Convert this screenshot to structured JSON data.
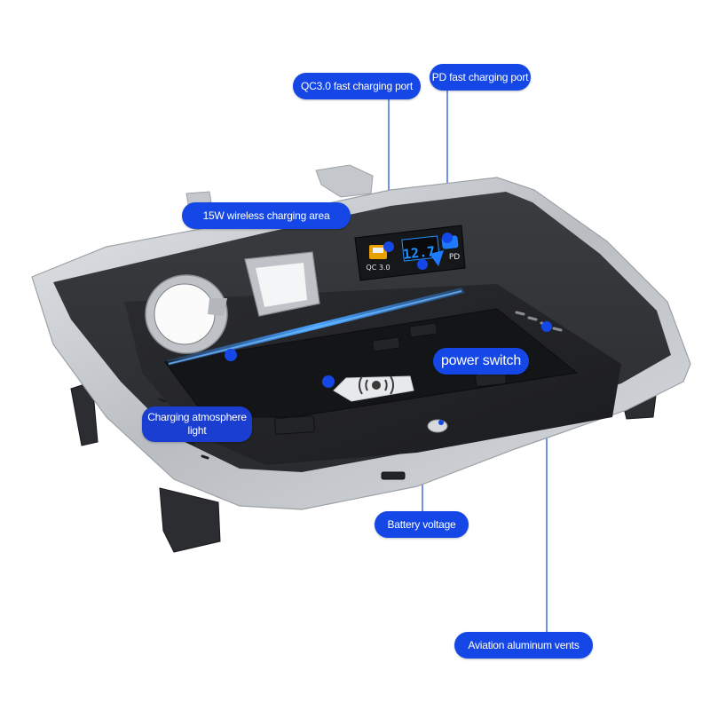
{
  "callouts": {
    "qc_port": "QC3.0 fast charging port",
    "pd_port": "PD fast charging port",
    "wireless_area": "15W wireless charging area",
    "power_switch": "power switch",
    "atmosphere_light": "Charging atmosphere light",
    "battery_voltage": "Battery voltage",
    "aluminum_vents": "Aviation aluminum vents"
  },
  "panel": {
    "voltage_display": "12.7",
    "qc_label": "QC 3.0",
    "pd_label": "PD"
  },
  "colors": {
    "callout_bg": "#1447e6",
    "display_blue": "#1e90ff",
    "ambient_light": "#2f8cff",
    "silver_trim": "#c9ccd0",
    "tray_black": "#1c1d20"
  }
}
